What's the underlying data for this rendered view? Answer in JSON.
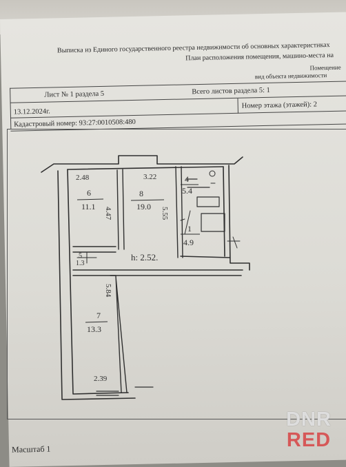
{
  "header": {
    "title": "Выписка из Единого государственного реестра недвижимости об основных характеристиках",
    "subtitle": "План расположения помещения, машино-места на",
    "right_label_1": "Помещение",
    "right_label_2": "вид объекта недвижимости"
  },
  "sheet": {
    "sheet_label": "Лист № 1 раздела 5",
    "total_sheets": "Всего листов раздела 5: 1",
    "date": "13.12.2024г.",
    "cadastral": "Кадастровый номер: 93:27:0010508:480",
    "floor": "Номер этажа (этажей): 2"
  },
  "plan": {
    "height_note": "h: 2.52.",
    "dims": [
      "2.48",
      "3.22",
      "2.39",
      "4.47",
      "5.55",
      "5.84"
    ],
    "rooms": [
      {
        "num": "6",
        "area": "11.1"
      },
      {
        "num": "8",
        "area": "19.0"
      },
      {
        "num": "4",
        "area": "5.4"
      },
      {
        "num": "1",
        "area": "4.9"
      },
      {
        "num": "5",
        "area": "1.3"
      },
      {
        "num": "7",
        "area": "13.3"
      }
    ]
  },
  "footer": {
    "scale": "Масштаб 1"
  },
  "watermark": {
    "line1": "DNR",
    "line2": "RED"
  },
  "colors": {
    "ink": "#2a2a2a",
    "paper": "#e2e1dc",
    "watermark": "#d64848"
  }
}
